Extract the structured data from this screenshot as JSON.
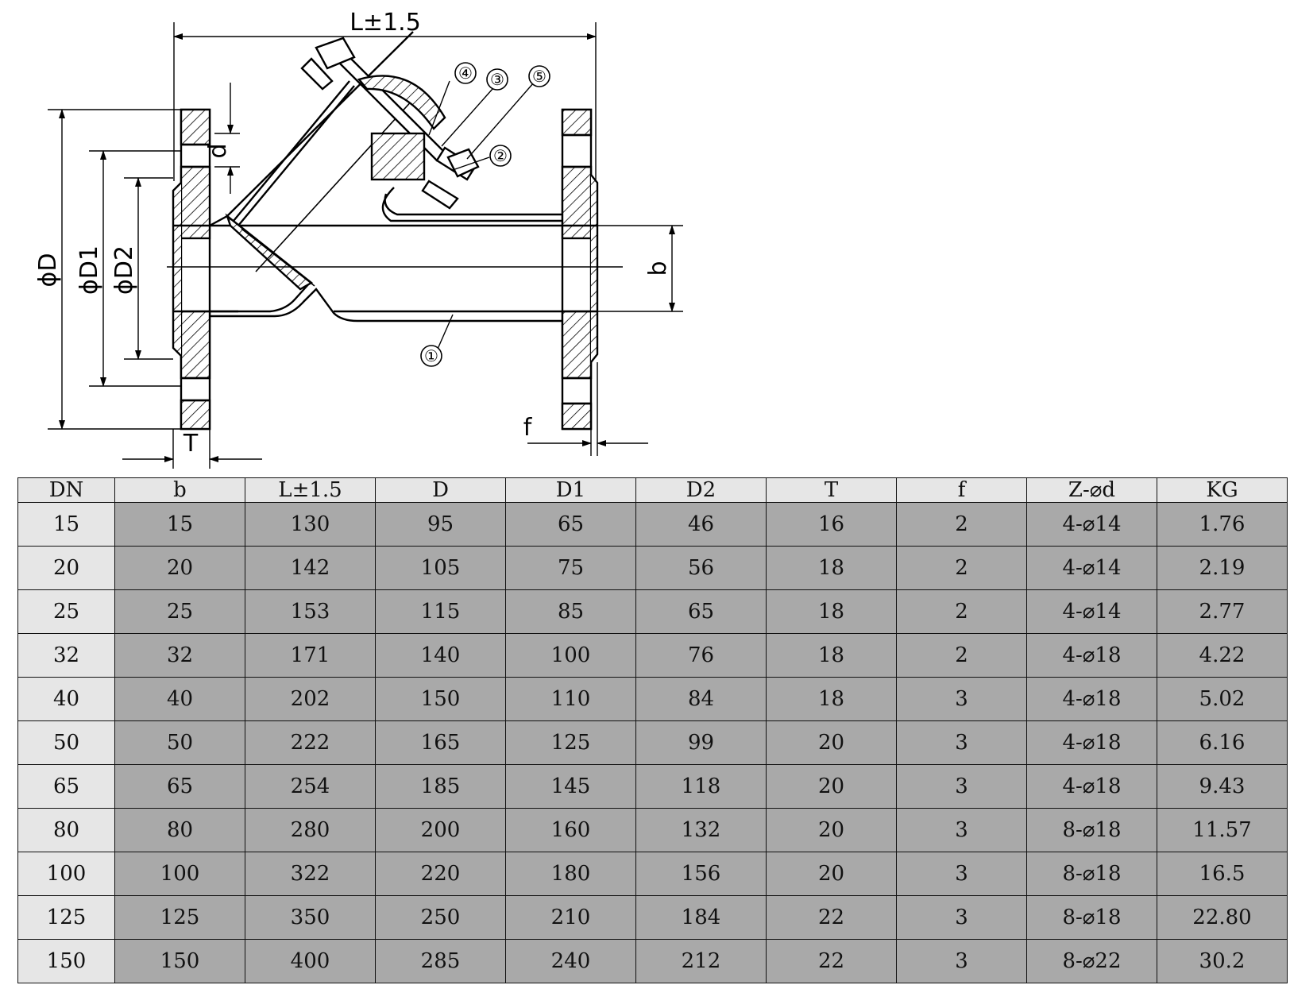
{
  "drawing": {
    "dim_labels": {
      "length": "L±1.5",
      "outer_diameter": "ϕD",
      "bolt_circle": "ϕD1",
      "raised_face": "ϕD2",
      "bore": "b",
      "flange_thickness": "T",
      "face_height": "f",
      "hole": "d"
    },
    "balloons": [
      "①",
      "②",
      "③",
      "④",
      "⑤"
    ]
  },
  "table": {
    "headers": [
      "DN",
      "b",
      "L±1.5",
      "D",
      "D1",
      "D2",
      "T",
      "f",
      "Z-⌀d",
      "KG"
    ],
    "rows": [
      [
        "15",
        "15",
        "130",
        "95",
        "65",
        "46",
        "16",
        "2",
        "4-⌀14",
        "1.76"
      ],
      [
        "20",
        "20",
        "142",
        "105",
        "75",
        "56",
        "18",
        "2",
        "4-⌀14",
        "2.19"
      ],
      [
        "25",
        "25",
        "153",
        "115",
        "85",
        "65",
        "18",
        "2",
        "4-⌀14",
        "2.77"
      ],
      [
        "32",
        "32",
        "171",
        "140",
        "100",
        "76",
        "18",
        "2",
        "4-⌀18",
        "4.22"
      ],
      [
        "40",
        "40",
        "202",
        "150",
        "110",
        "84",
        "18",
        "3",
        "4-⌀18",
        "5.02"
      ],
      [
        "50",
        "50",
        "222",
        "165",
        "125",
        "99",
        "20",
        "3",
        "4-⌀18",
        "6.16"
      ],
      [
        "65",
        "65",
        "254",
        "185",
        "145",
        "118",
        "20",
        "3",
        "4-⌀18",
        "9.43"
      ],
      [
        "80",
        "80",
        "280",
        "200",
        "160",
        "132",
        "20",
        "3",
        "8-⌀18",
        "11.57"
      ],
      [
        "100",
        "100",
        "322",
        "220",
        "180",
        "156",
        "20",
        "3",
        "8-⌀18",
        "16.5"
      ],
      [
        "125",
        "125",
        "350",
        "250",
        "210",
        "184",
        "22",
        "3",
        "8-⌀18",
        "22.80"
      ],
      [
        "150",
        "150",
        "400",
        "285",
        "240",
        "212",
        "22",
        "3",
        "8-⌀22",
        "30.2"
      ]
    ]
  }
}
